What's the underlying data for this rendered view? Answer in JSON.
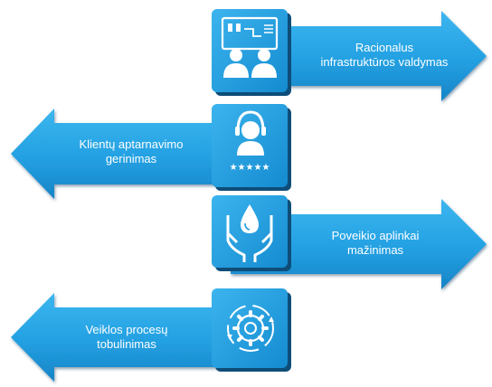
{
  "arrows": [
    {
      "direction": "right",
      "icon": "infrastructure-management-icon",
      "lines": [
        "Racionalus",
        "infrastruktūros valdymas"
      ]
    },
    {
      "direction": "left",
      "icon": "customer-service-icon",
      "lines": [
        "Klientų aptarnavimo",
        "gerinimas"
      ]
    },
    {
      "direction": "right",
      "icon": "environment-care-icon",
      "lines": [
        "Poveikio aplinkai",
        "mažinimas"
      ]
    },
    {
      "direction": "left",
      "icon": "process-improvement-icon",
      "lines": [
        "Veiklos procesų",
        "tobulinimas"
      ]
    }
  ],
  "colors": {
    "arrow_fill": "#29a8e6",
    "arrow_dark": "#1a86c4",
    "icon_box": "#1f9ee2",
    "icon_shadow": "#0e4d78",
    "icon_line": "#ffffff",
    "stars": "#ffffff"
  }
}
